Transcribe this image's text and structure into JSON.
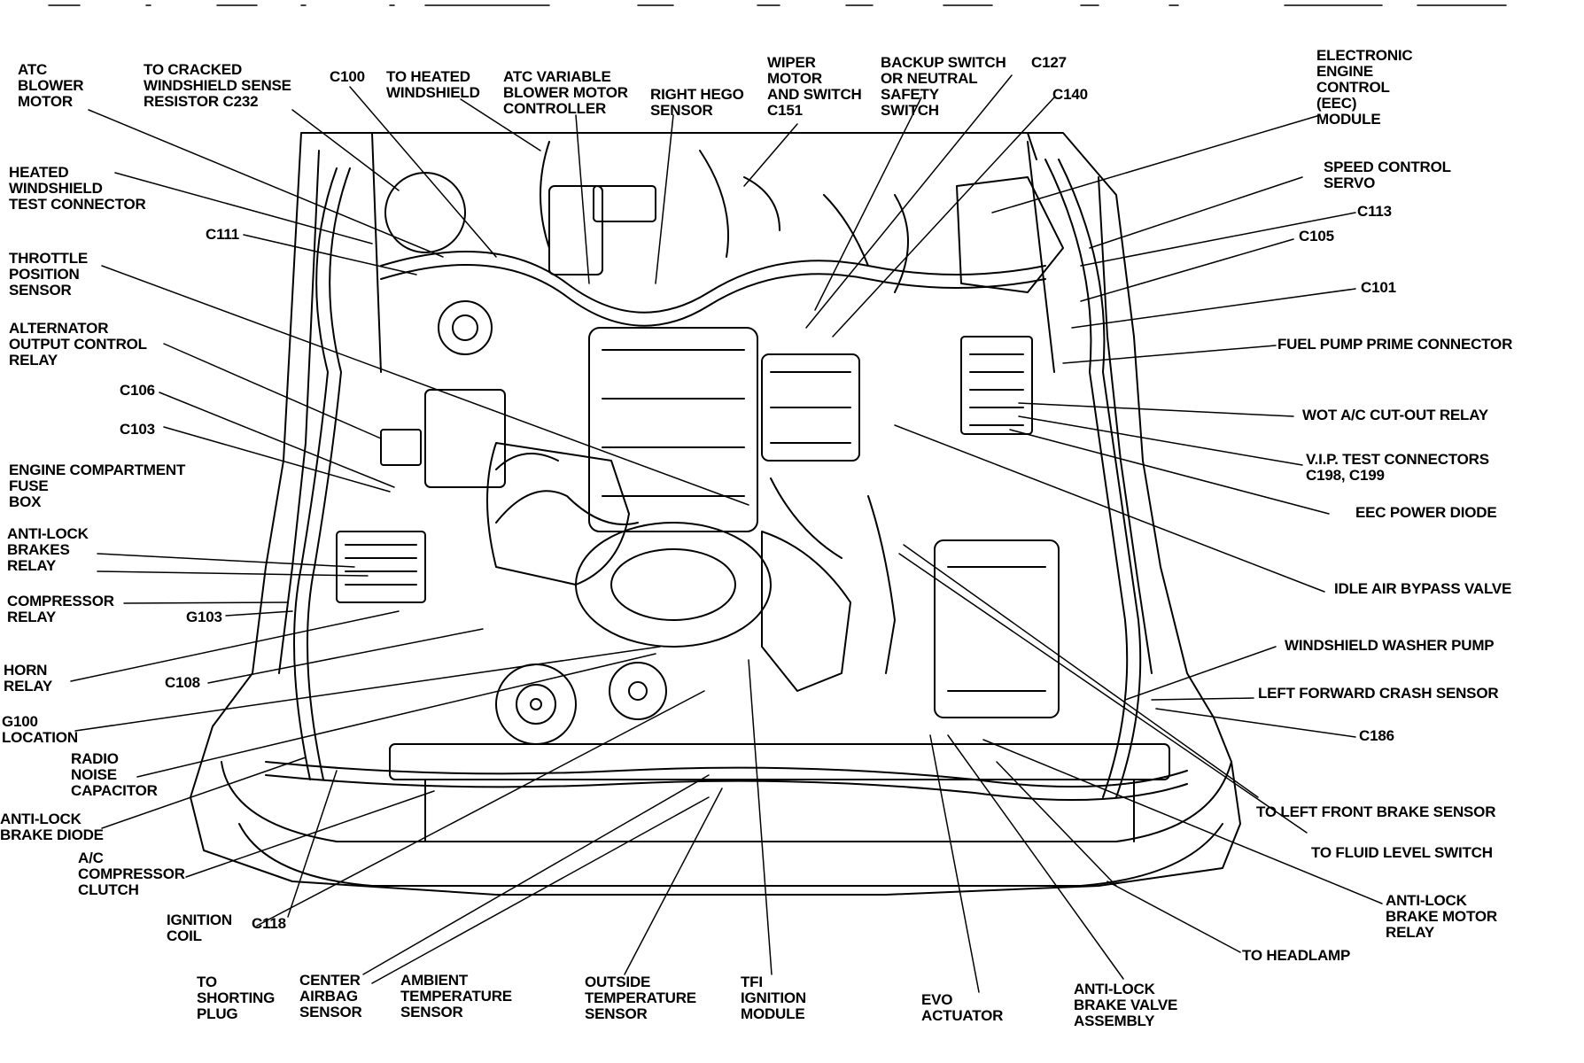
{
  "labels": {
    "atc_blower_motor": "ATC\nBLOWER\nMOTOR",
    "to_cracked_windshield": "TO CRACKED\nWINDSHIELD SENSE\nRESISTOR C232",
    "c100": "C100",
    "to_heated_windshield": "TO HEATED\nWINDSHIELD",
    "atc_variable_blower": "ATC VARIABLE\nBLOWER MOTOR\nCONTROLLER",
    "right_hego": "RIGHT HEGO\nSENSOR",
    "wiper_motor": "WIPER\nMOTOR\nAND SWITCH\nC151",
    "backup_switch": "BACKUP SWITCH\nOR NEUTRAL\nSAFETY\nSWITCH",
    "c127": "C127",
    "c140": "C140",
    "eec_module": "ELECTRONIC\nENGINE\nCONTROL\n(EEC)\nMODULE",
    "heated_windshield_test": "HEATED\nWINDSHIELD\nTEST CONNECTOR",
    "speed_control_servo": "SPEED CONTROL\nSERVO",
    "c113": "C113",
    "c111": "C111",
    "c105": "C105",
    "throttle_position": "THROTTLE\nPOSITION\nSENSOR",
    "c101": "C101",
    "alternator_relay": "ALTERNATOR\nOUTPUT CONTROL\nRELAY",
    "fuel_pump_prime": "FUEL PUMP PRIME CONNECTOR",
    "c106": "C106",
    "wot_relay": "WOT A/C CUT-OUT RELAY",
    "c103": "C103",
    "vip_test": "V.I.P. TEST CONNECTORS\nC198, C199",
    "fuse_box": "ENGINE COMPARTMENT\nFUSE\nBOX",
    "eec_power_diode": "EEC POWER DIODE",
    "antilock_relay": "ANTI-LOCK\nBRAKES\nRELAY",
    "idle_air_bypass": "IDLE AIR BYPASS VALVE",
    "compressor_relay": "COMPRESSOR\nRELAY",
    "g103": "G103",
    "washer_pump": "WINDSHIELD WASHER PUMP",
    "horn_relay": "HORN\nRELAY",
    "c108": "C108",
    "left_crash_sensor": "LEFT FORWARD CRASH SENSOR",
    "g100": "G100\nLOCATION",
    "c186": "C186",
    "radio_noise": "RADIO\nNOISE\nCAPACITOR",
    "antilock_diode": "ANTI-LOCK\nBRAKE DIODE",
    "to_left_brake": "TO LEFT FRONT BRAKE SENSOR",
    "to_fluid_level": "TO FLUID LEVEL SWITCH",
    "ac_clutch": "A/C\nCOMPRESSOR\nCLUTCH",
    "antilock_motor_relay": "ANTI-LOCK\nBRAKE MOTOR\nRELAY",
    "ignition_coil": "IGNITION\nCOIL",
    "c118": "C118",
    "to_headlamp": "TO HEADLAMP",
    "to_shorting_plug": "TO\nSHORTING\nPLUG",
    "center_airbag": "CENTER\nAIRBAG\nSENSOR",
    "ambient_temp": "AMBIENT\nTEMPERATURE\nSENSOR",
    "outside_temp": "OUTSIDE\nTEMPERATURE\nSENSOR",
    "tfi_module": "TFI\nIGNITION\nMODULE",
    "evo_actuator": "EVO\nACTUATOR",
    "antilock_valve": "ANTI-LOCK\nBRAKE VALVE\nASSEMBLY"
  }
}
